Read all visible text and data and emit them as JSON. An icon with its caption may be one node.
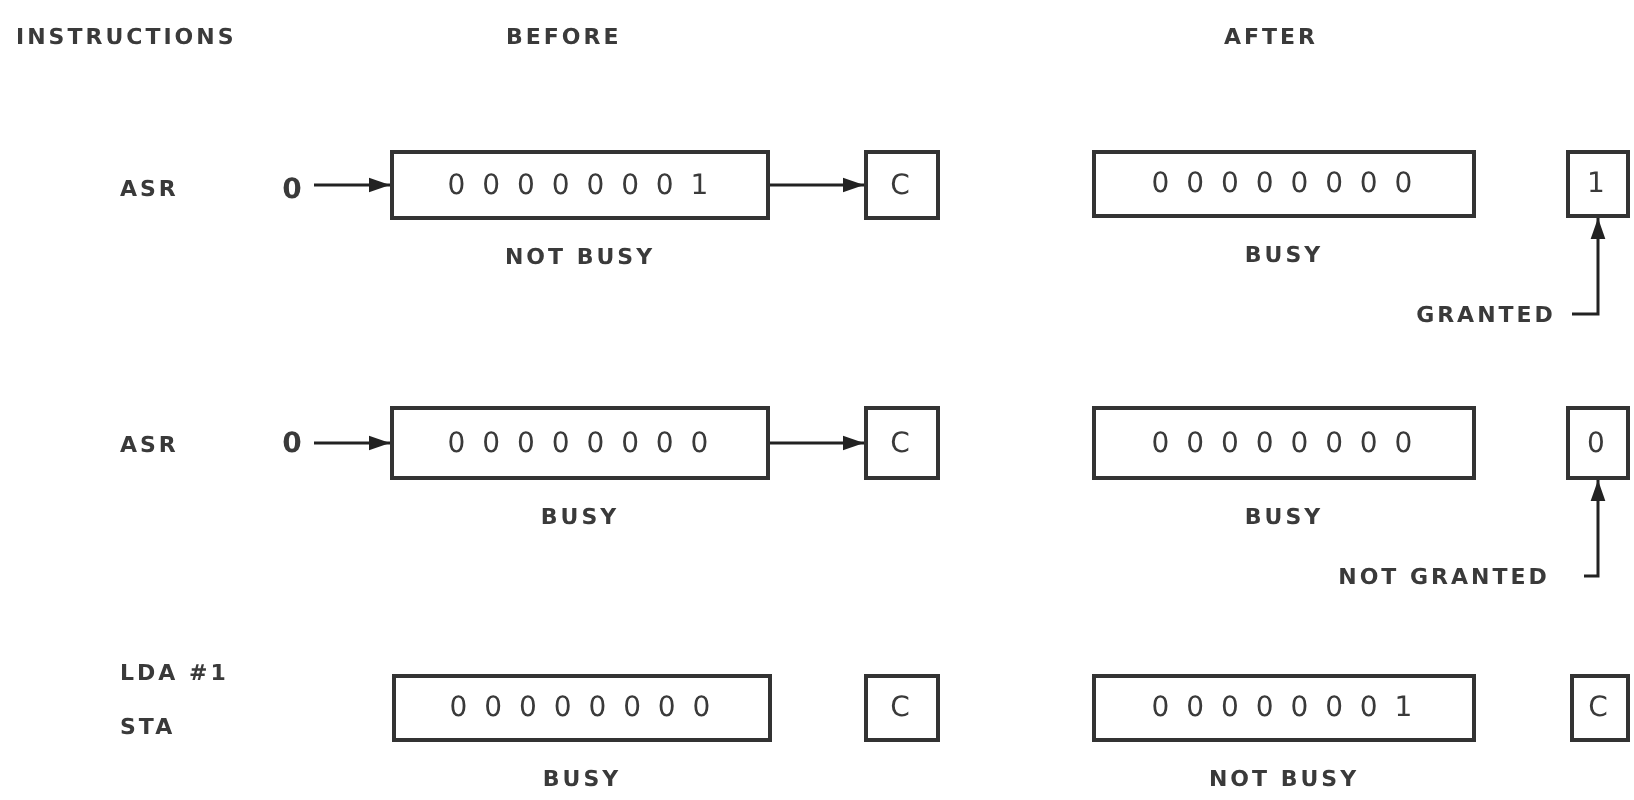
{
  "diagram": {
    "nodes": [
      {
        "text": [
          "0"
        ]
      },
      {
        "text": [
          "0 0 0 0 0 0 0 1"
        ],
        "beside": [
          "NOT BUSY"
        ]
      },
      {
        "text": [
          "C"
        ]
      },
      {
        "text": [
          "0 0 0 0 0 0 0 0"
        ],
        "beside": [
          "BUSY"
        ]
      },
      {
        "text": [
          "1"
        ]
      },
      {
        "text": [
          "GRANTED"
        ]
      },
      {
        "text": [
          "0"
        ]
      },
      {
        "text": [
          "0 0 0 0 0 0 0 0"
        ],
        "beside": [
          "BUSY"
        ]
      },
      {
        "text": [
          "C"
        ]
      },
      {
        "text": [
          "0 0 0 0 0 0 0 0"
        ],
        "beside": [
          "BUSY"
        ]
      },
      {
        "text": [
          "0"
        ]
      },
      {
        "text": [
          "NOT GRANTED"
        ]
      },
      {
        "text": [
          "0 0 0 0 0 0 0 0"
        ],
        "beside": [
          "BUSY"
        ]
      },
      {
        "text": [
          "C"
        ]
      },
      {
        "text": [
          "0 0 0 0 0 0 0 1"
        ],
        "beside": [
          "NOT BUSY"
        ]
      },
      {
        "text": [
          "C"
        ]
      }
    ],
    "edges": [
      {
        "from": 0,
        "to": 1,
        "arrow": "to"
      },
      {
        "from": 1,
        "to": 2,
        "arrow": "to"
      },
      {
        "from": 5,
        "to": 4,
        "arrow": "to"
      },
      {
        "from": 6,
        "to": 7,
        "arrow": "to"
      },
      {
        "from": 7,
        "to": 8,
        "arrow": "to"
      },
      {
        "from": 11,
        "to": 10,
        "arrow": "to"
      }
    ],
    "labels": [
      "INSTRUCTIONS",
      "BEFORE",
      "AFTER",
      "ASR",
      "ASR",
      "LDA #1",
      "STA"
    ]
  }
}
